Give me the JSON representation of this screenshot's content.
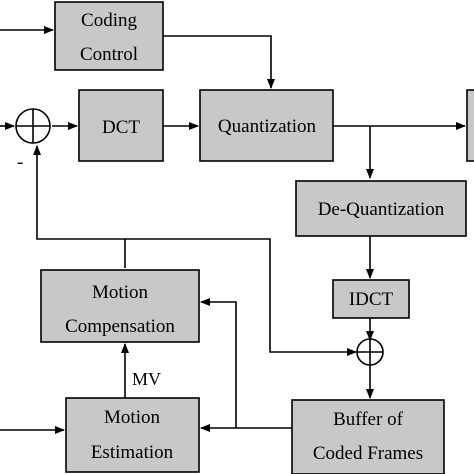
{
  "blocks": {
    "coding_control": [
      "Coding",
      "Control"
    ],
    "dct": "DCT",
    "quantization": "Quantization",
    "dequantization": "De-Quantization",
    "idct": "IDCT",
    "motion_compensation": [
      "Motion",
      "Compensation"
    ],
    "motion_estimation": [
      "Motion",
      "Estimation"
    ],
    "buffer": [
      "Buffer of",
      "Coded Frames"
    ]
  },
  "labels": {
    "mv": "MV",
    "minus": "-"
  },
  "colors": {
    "block_fill": "#c8c8c8",
    "stroke": "#000000"
  }
}
